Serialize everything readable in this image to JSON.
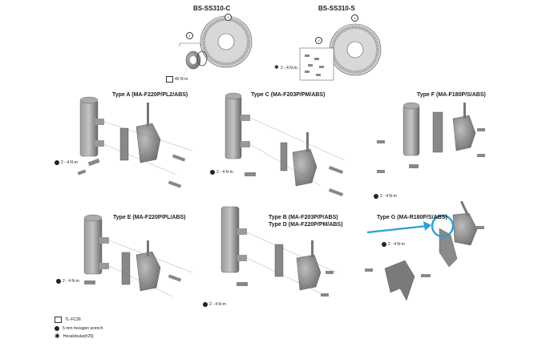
{
  "rotors": [
    {
      "title": "BS-SS310-C",
      "torque": "40 N·m",
      "callouts": [
        "1",
        "2"
      ]
    },
    {
      "title": "BS-SS310-S",
      "torque": "2 - 4 N·m",
      "callouts": [
        "3",
        "4"
      ]
    }
  ],
  "types": [
    {
      "title": "Type A (MA-F220P/PL2/ABS)",
      "torque": "2 - 4 N·m"
    },
    {
      "title": "Type C (MA-F203P/PM/ABS)",
      "torque": "2 - 4 N·m"
    },
    {
      "title": "Type F (MA-F180P/S/ABS)",
      "torque": "2 - 4 N·m"
    },
    {
      "title": "Type E (MA-F220P/PL/ABS)",
      "torque": "2 - 4 N·m"
    },
    {
      "title": "Type B (MA-F203P/P/ABS)",
      "subtitle": "Type D (MA-F220P/PM/ABS)",
      "torque": "2 - 4 N·m"
    },
    {
      "title": "Type G (MA-R180P/S/ABS)",
      "torque": "2 - 4 N·m"
    }
  ],
  "legend": [
    {
      "icon": "tool-tl-fc36-icon",
      "label": "TL-FC36"
    },
    {
      "icon": "hex-wrench-icon",
      "label": "5 mm hexagon wrench"
    },
    {
      "icon": "hexalobular-icon",
      "label": "Hexalobular[#25]"
    }
  ],
  "highlight": {
    "color": "#2aa0d8",
    "target": "Type G adapter bolt"
  }
}
